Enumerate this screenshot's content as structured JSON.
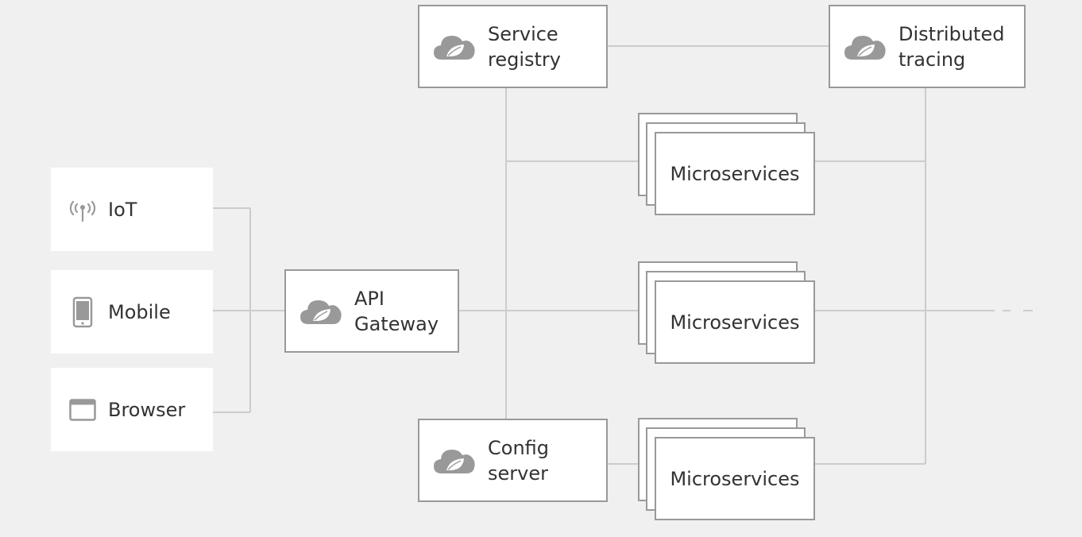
{
  "clients": [
    {
      "label": "IoT",
      "icon": "antenna-icon"
    },
    {
      "label": "Mobile",
      "icon": "mobile-phone-icon"
    },
    {
      "label": "Browser",
      "icon": "browser-window-icon"
    }
  ],
  "gateway": {
    "line1": "API",
    "line2": "Gateway",
    "icon": "spring-cloud-icon"
  },
  "service_registry": {
    "line1": "Service",
    "line2": "registry",
    "icon": "spring-cloud-icon"
  },
  "distributed_tracing": {
    "line1": "Distributed",
    "line2": "tracing",
    "icon": "spring-cloud-icon"
  },
  "config_server": {
    "line1": "Config",
    "line2": "server",
    "icon": "spring-cloud-icon"
  },
  "microservices": [
    {
      "label": "Microservices"
    },
    {
      "label": "Microservices"
    },
    {
      "label": "Microservices"
    }
  ],
  "colors": {
    "background": "#f0f0f0",
    "box_fill": "#ffffff",
    "border": "#999999",
    "line": "#cccccc",
    "text": "#333333",
    "icon": "#999999"
  }
}
